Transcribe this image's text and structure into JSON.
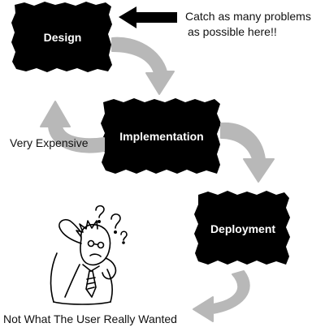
{
  "diagram": {
    "stages": {
      "design": "Design",
      "implementation": "Implementation",
      "deployment": "Deployment"
    },
    "annotations": {
      "catch_line1": "Catch as many problems",
      "catch_line2": "as possible here!!",
      "very_expensive": "Very Expensive",
      "not_what_user_wanted": "Not What The User Really Wanted"
    },
    "colors": {
      "box": "#000000",
      "box_text": "#ffffff",
      "flow_arrow": "#b8b8b8",
      "pointer_arrow": "#000000"
    },
    "icons": {
      "confused_person": "confused-person-illustration",
      "pointer": "black-left-arrow"
    }
  }
}
